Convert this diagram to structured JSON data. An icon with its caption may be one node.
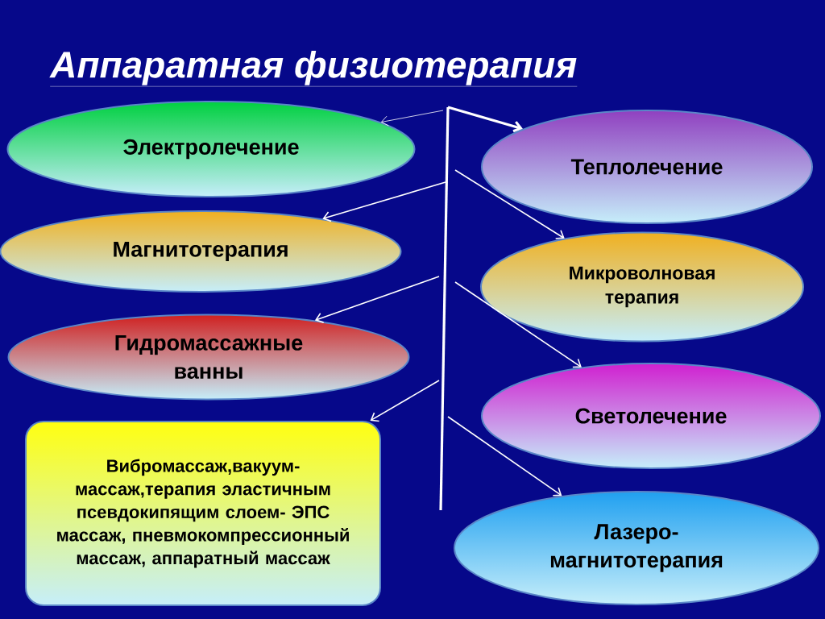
{
  "diagram": {
    "title": "Аппаратная физиотерапия",
    "nodes": [
      {
        "text": [
          "Электролечение"
        ]
      },
      {
        "text": [
          "Магнитотерапия"
        ]
      },
      {
        "text": [
          "Гидромассажные ванны"
        ]
      },
      {
        "text": [
          "Вибромассаж,вакуум-массаж,терапия эластичным псевдокипящим слоем- ЭПС массаж, пневмокомпрессионный массаж, аппаратный массаж"
        ]
      },
      {
        "text": [
          "Теплолечение"
        ]
      },
      {
        "text": [
          "Микроволновая терапия"
        ]
      },
      {
        "text": [
          "Светолечение"
        ]
      },
      {
        "text": [
          "Лазеро-магнитотерапия"
        ]
      }
    ],
    "edges": [
      {
        "from": null,
        "to": 0,
        "arrow": "to"
      },
      {
        "from": null,
        "to": 4,
        "arrow": "to",
        "style": "thick"
      },
      {
        "from": null,
        "to": 1,
        "arrow": "to"
      },
      {
        "from": null,
        "to": 5,
        "arrow": "to"
      },
      {
        "from": null,
        "to": 2,
        "arrow": "to"
      },
      {
        "from": null,
        "to": 6,
        "arrow": "to"
      },
      {
        "from": null,
        "to": 3,
        "arrow": "to"
      },
      {
        "from": null,
        "to": 7,
        "arrow": "to"
      }
    ]
  }
}
